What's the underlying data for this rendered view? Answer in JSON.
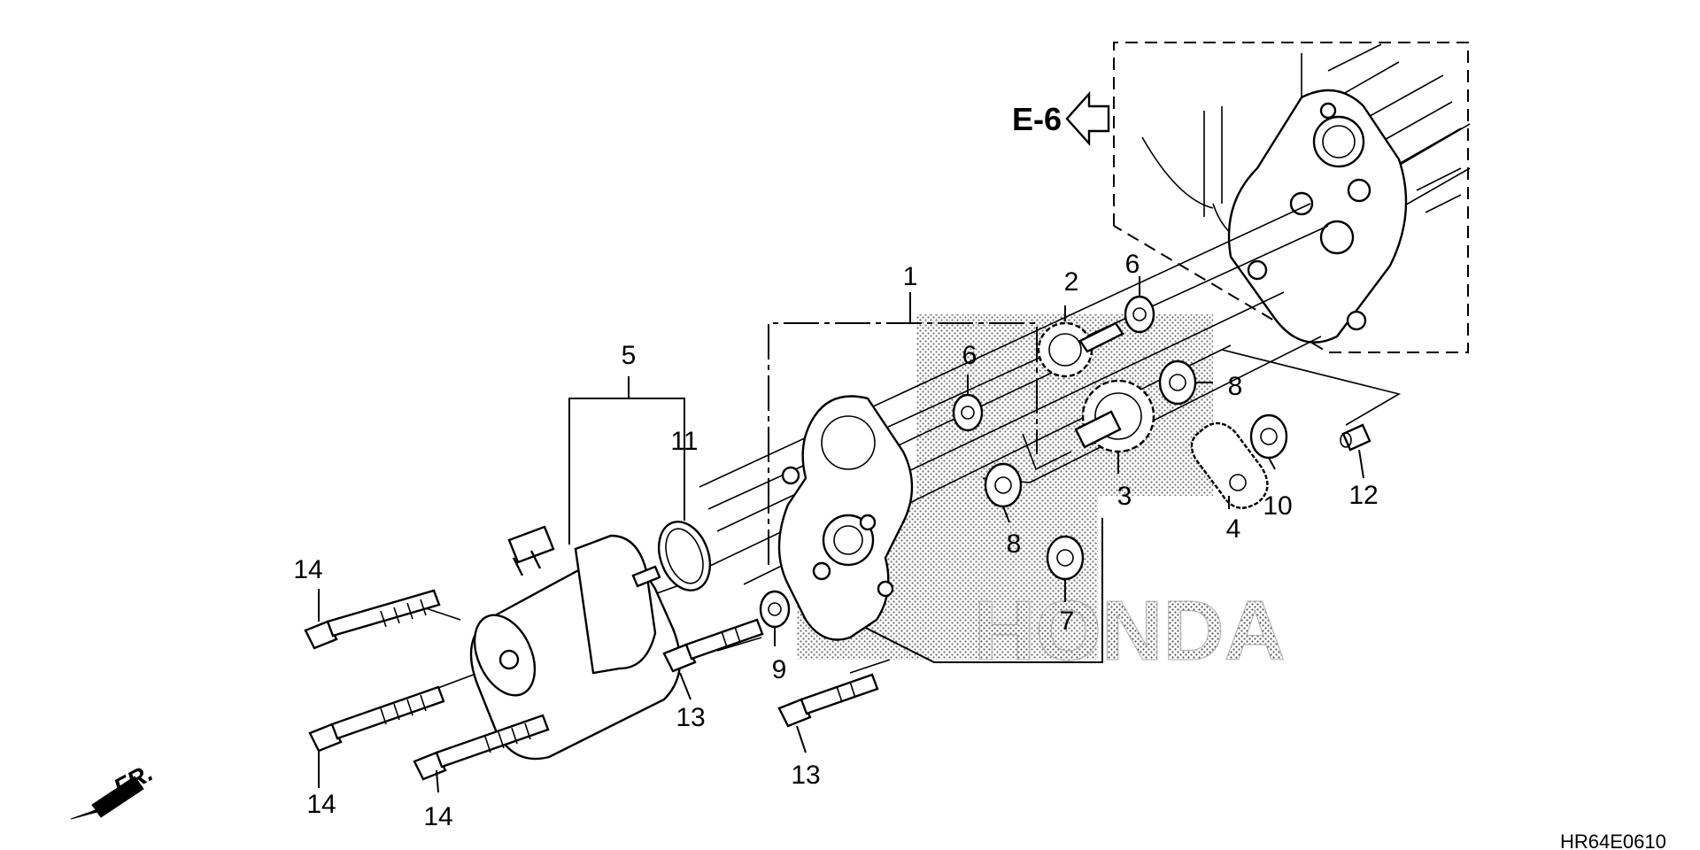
{
  "reference": {
    "text": "E-6"
  },
  "direction": {
    "text": "FR."
  },
  "diagram_code": "HR64E0610",
  "callouts": [
    {
      "id": "c1",
      "text": "1"
    },
    {
      "id": "c2",
      "text": "2"
    },
    {
      "id": "c3",
      "text": "3"
    },
    {
      "id": "c4",
      "text": "4"
    },
    {
      "id": "c5",
      "text": "5"
    },
    {
      "id": "c6a",
      "text": "6"
    },
    {
      "id": "c6b",
      "text": "6"
    },
    {
      "id": "c7",
      "text": "7"
    },
    {
      "id": "c8a",
      "text": "8"
    },
    {
      "id": "c8b",
      "text": "8"
    },
    {
      "id": "c9",
      "text": "9"
    },
    {
      "id": "c10",
      "text": "10"
    },
    {
      "id": "c11",
      "text": "11"
    },
    {
      "id": "c12",
      "text": "12"
    },
    {
      "id": "c13a",
      "text": "13"
    },
    {
      "id": "c13b",
      "text": "13"
    },
    {
      "id": "c14a",
      "text": "14"
    },
    {
      "id": "c14b",
      "text": "14"
    },
    {
      "id": "c14c",
      "text": "14"
    }
  ]
}
